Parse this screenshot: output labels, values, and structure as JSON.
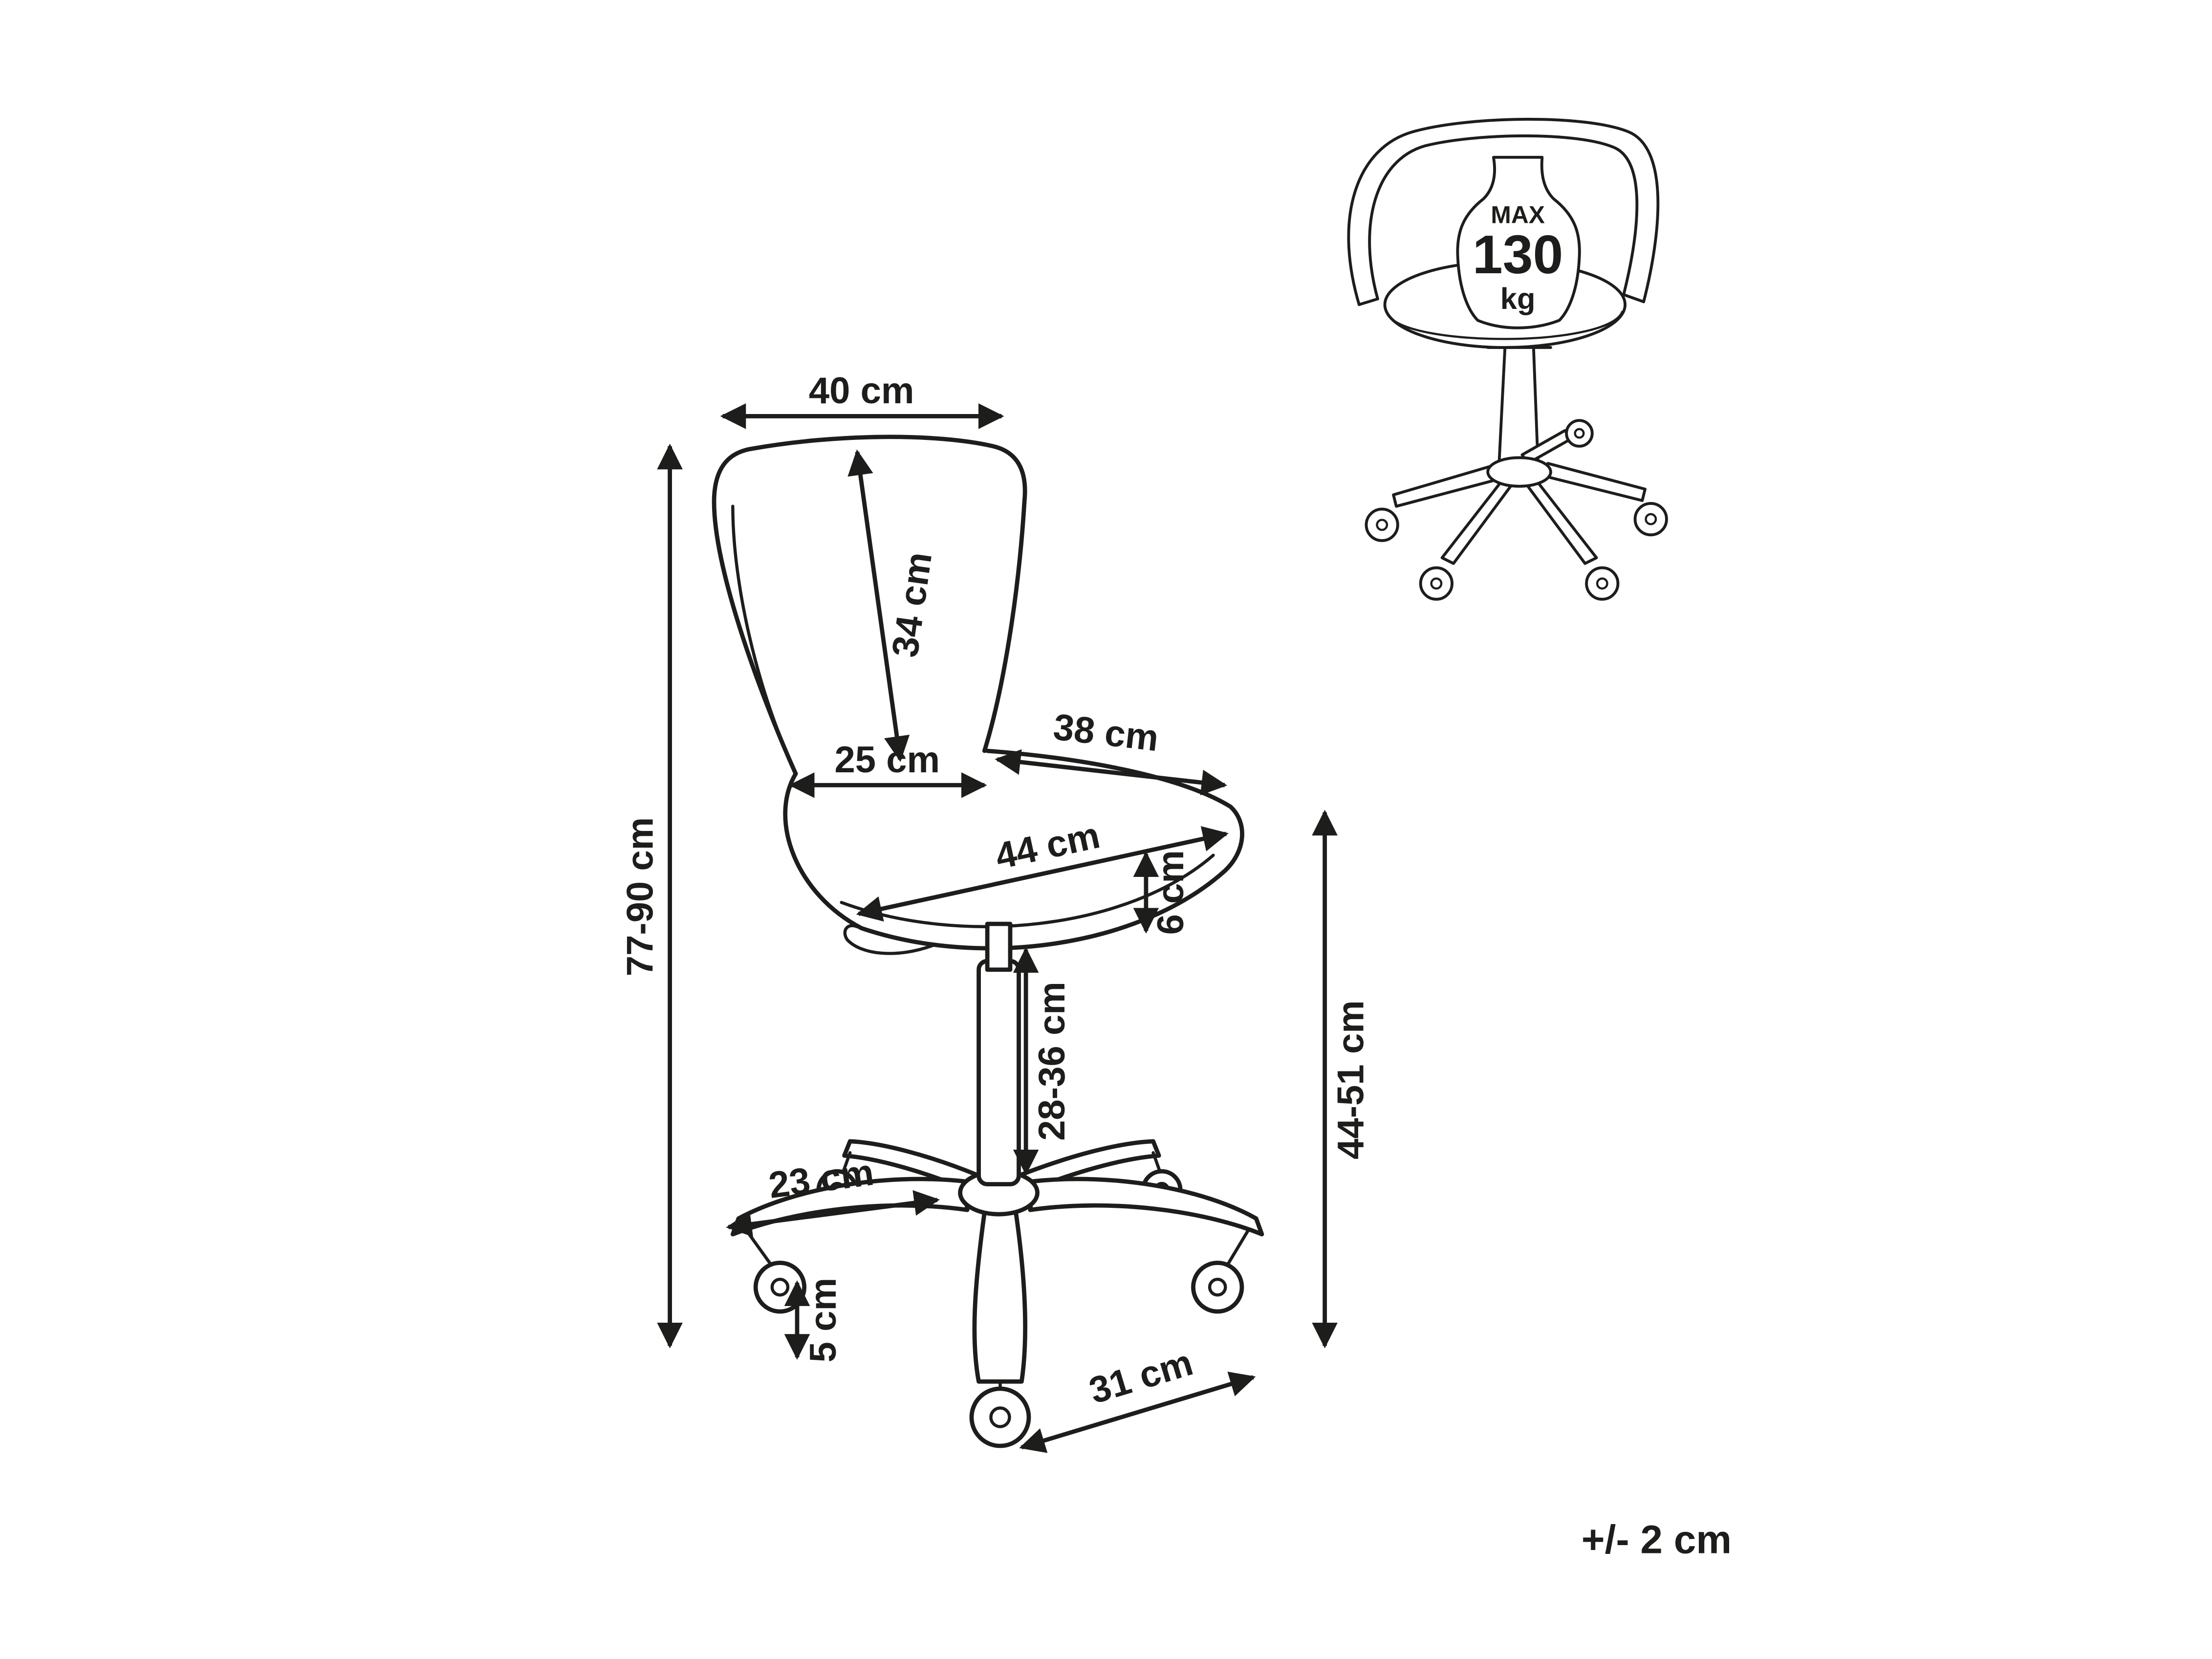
{
  "diagram": {
    "main_dimensions": {
      "backrest_width": "40 cm",
      "backrest_height": "34 cm",
      "seat_width": "38 cm",
      "backrest_base_width": "25 cm",
      "seat_depth": "44 cm",
      "seat_thickness": "6 cm",
      "overall_height": "77-90 cm",
      "gas_lift_height": "28-36 cm",
      "seat_height": "44-51 cm",
      "base_leg_length": "23 cm",
      "caster_height": "5 cm",
      "base_arm_span": "31 cm"
    },
    "weight_capacity": {
      "label_max": "MAX",
      "value": "130",
      "unit": "kg"
    },
    "tolerance_note": "+/- 2 cm"
  }
}
